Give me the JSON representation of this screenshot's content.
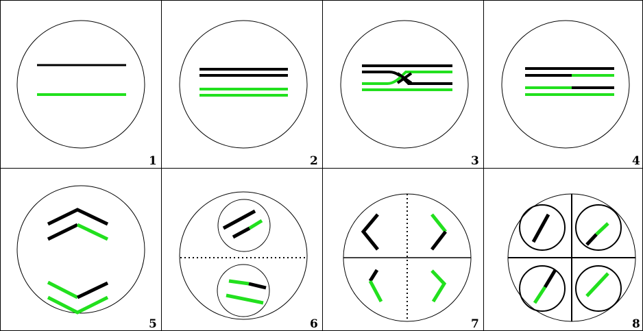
{
  "colors": {
    "background": "#ffffff",
    "outline": "#000000",
    "chromatid_black": "#000000",
    "chromatid_green": "#22e01e"
  },
  "panels": [
    {
      "label": "1"
    },
    {
      "label": "2"
    },
    {
      "label": "3"
    },
    {
      "label": "4"
    },
    {
      "label": "5"
    },
    {
      "label": "6"
    },
    {
      "label": "7"
    },
    {
      "label": "8"
    }
  ]
}
